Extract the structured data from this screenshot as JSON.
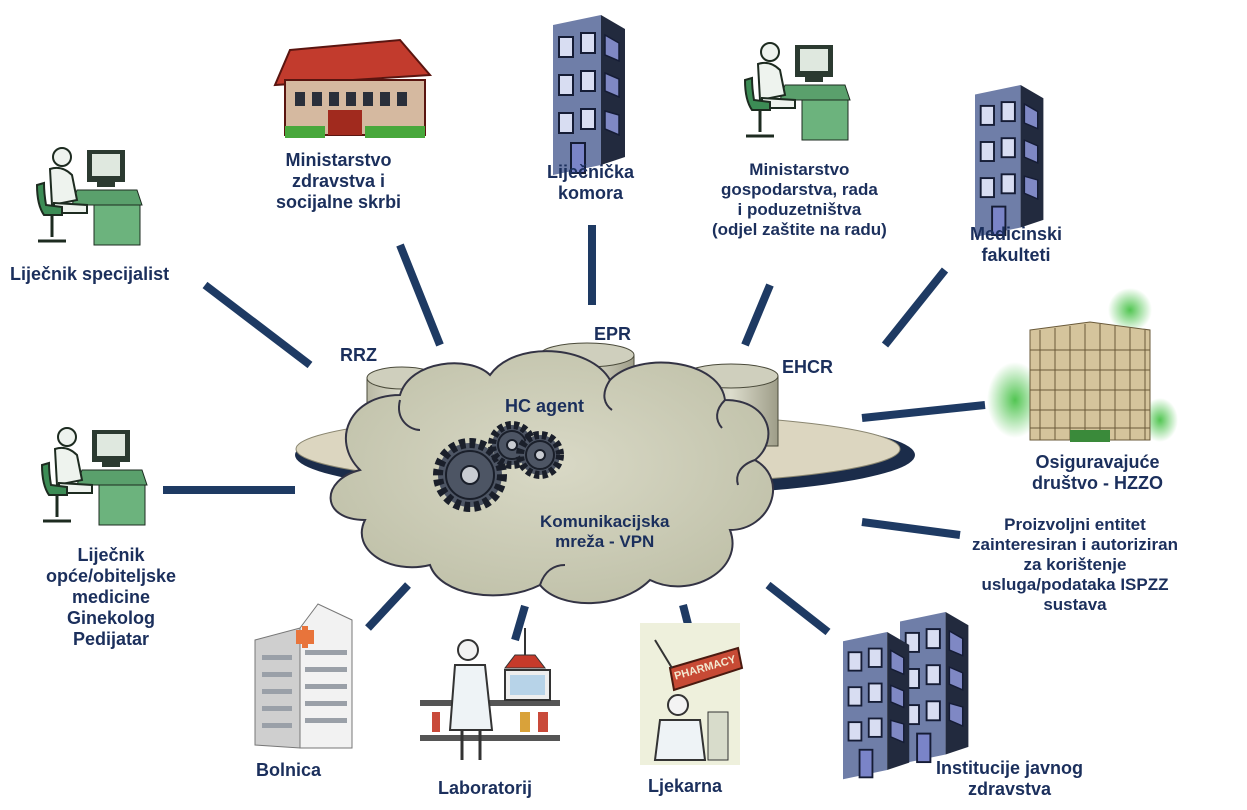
{
  "nodes": {
    "specijalist": "Liječnik specijalist",
    "ministarstvo_zdravstva": "Ministarstvo\nzdravstva i\nsocijalne skrbi",
    "komora": "Liječnička\nkomora",
    "ministarstvo_gospodarstva": "Ministarstvo\ngospodarstva, rada\ni poduzetništva\n(odjel zaštite na radu)",
    "fakulteti": "Medicinski\nfakulteti",
    "osiguravajuce": "Osiguravajuće\ndruštvo - HZZO",
    "proizvoljni": "Proizvoljni entitet\nzainteresiran i autoriziran\nza korištenje\nusluga/podataka ISPZZ\nsustava",
    "institucije": "Institucije javnog\nzdravstva",
    "ljekarna": "Ljekarna",
    "laboratorij": "Laboratorij",
    "bolnica": "Bolnica",
    "opca": "Liječnik\nopće/obiteljske\nmedicine\nGinekolog\nPedijatar"
  },
  "center": {
    "databases": {
      "rrz": "RRZ",
      "epr": "EPR",
      "ehcr": "EHCR"
    },
    "agent": "HC agent",
    "network": "Komunikacijska\nmreža - VPN"
  },
  "pharmacy_sign": "PHARMACY",
  "colors": {
    "text": "#1b2f5c",
    "line": "#1e3a63",
    "cloud": "#cfd0ba",
    "disk": "#dcd6c0"
  }
}
